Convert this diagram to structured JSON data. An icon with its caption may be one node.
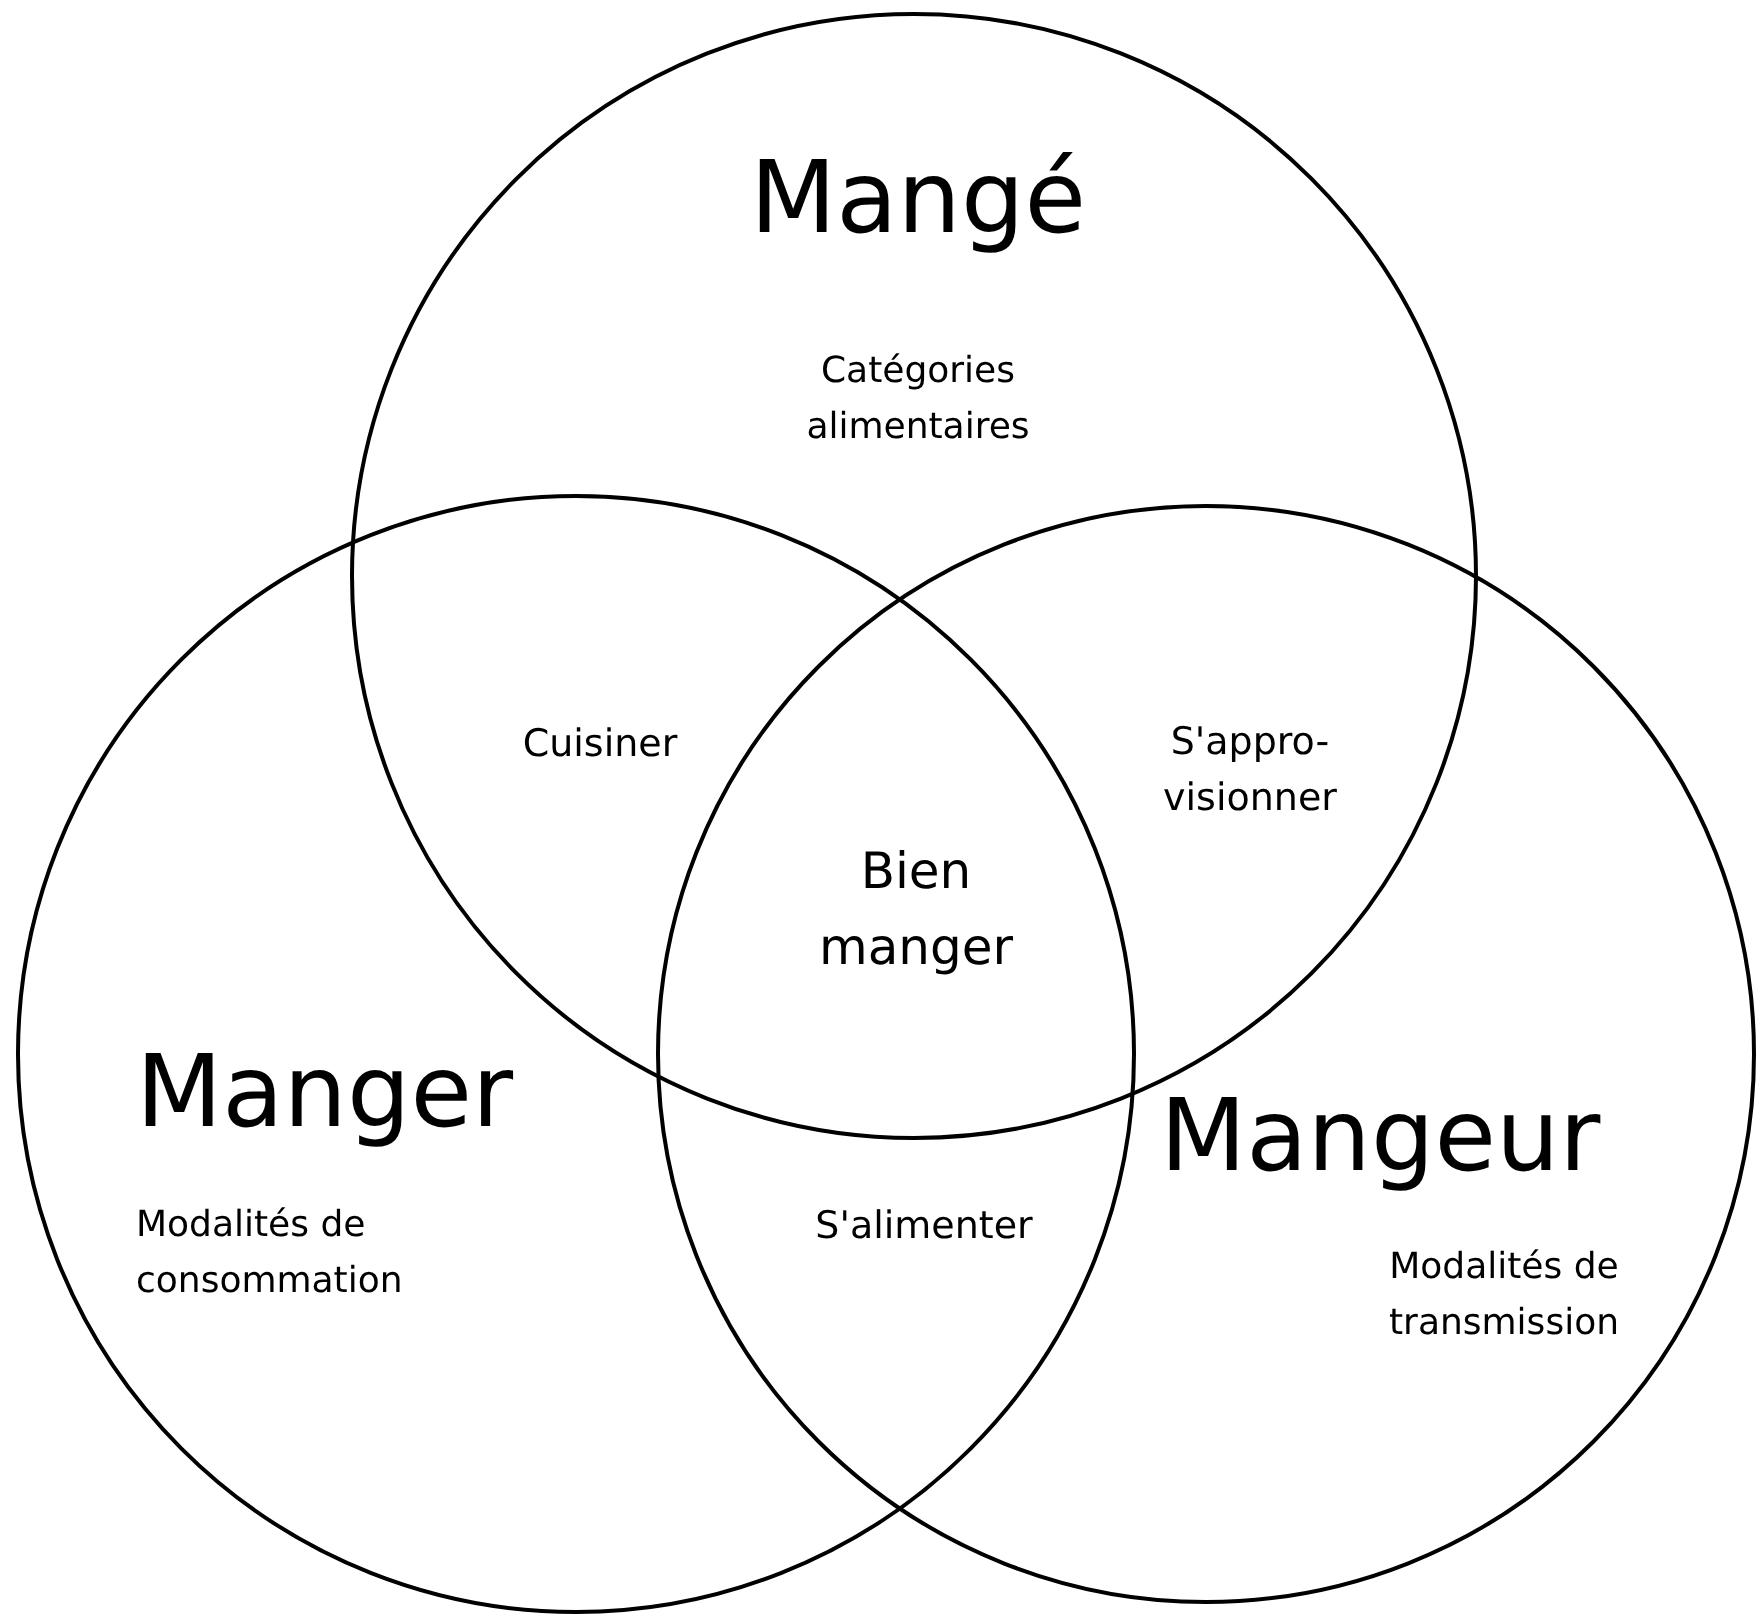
{
  "diagram": {
    "nodes": [
      {
        "text": [
          "Mangé",
          "Catégories alimentaires"
        ]
      },
      {
        "text": [
          "Manger",
          "Modalités de consommation"
        ]
      },
      {
        "text": [
          "Mangeur",
          "Modalités de transmission"
        ]
      }
    ],
    "labels": [
      "Cuisiner",
      "S'appro-visionner",
      "Bien manger",
      "S'alimenter"
    ]
  }
}
